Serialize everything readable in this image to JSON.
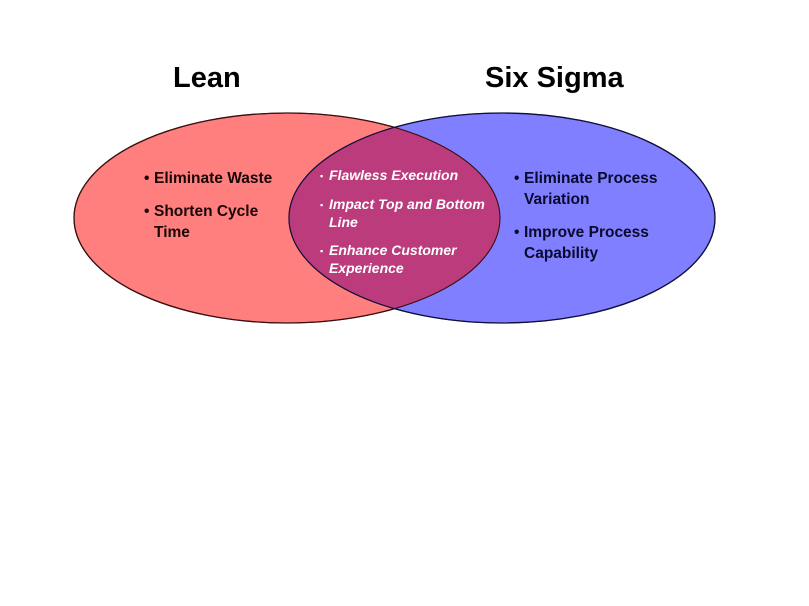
{
  "diagram": {
    "type": "venn",
    "colors": {
      "left_fill": "#ff7f7f",
      "right_fill": "#7f7fff",
      "overlap_fill": "#bc3b7d",
      "left_stroke": "#3a1010",
      "right_stroke": "#10103a",
      "left_text": "#1a0505",
      "right_text": "#0a0a2e",
      "overlap_text": "#ffffff"
    },
    "left": {
      "title": "Lean",
      "bullet": "•",
      "items": [
        "Eliminate Waste",
        "Shorten Cycle Time"
      ]
    },
    "right": {
      "title": "Six Sigma",
      "bullet": "•",
      "items": [
        "Eliminate Process Variation",
        "Improve Process Capability"
      ]
    },
    "overlap": {
      "bullet": "▪",
      "items": [
        "Flawless Execution",
        "Impact Top and Bottom Line",
        "Enhance Customer Experience"
      ]
    }
  }
}
